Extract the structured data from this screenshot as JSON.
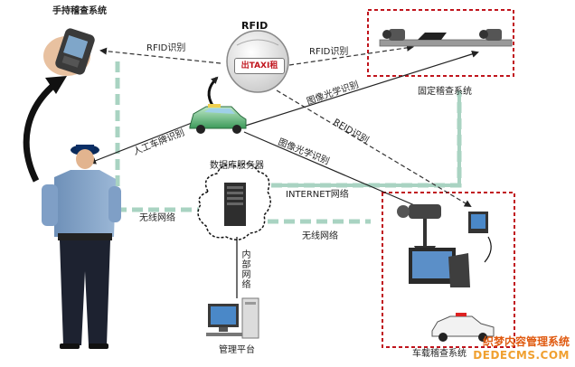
{
  "labels": {
    "handheld_system": "手持稽查系统",
    "rfid_top": "RFID",
    "plate_text": "出TAXI租",
    "rfid_id_left": "RFID识别",
    "rfid_id_right": "RFID识别",
    "image_id_top": "图像光学识别",
    "fixed_system": "固定稽查系统",
    "rfid_id_diag": "RFID识别",
    "manual_plate_id": "人工车牌识别",
    "image_id_bottom": "图像光学识别",
    "db_server": "数据库服务器",
    "wireless_left": "无线网络",
    "internet": "INTERNET网络",
    "wireless_right": "无线网络",
    "internal_network": "内部网络",
    "management": "管理平台",
    "vehicle_system": "车载稽查系统"
  },
  "watermark": {
    "line1": "织梦内容管理系统",
    "line2": "DEDECMS.COM"
  },
  "colors": {
    "network_line": "#a9d3c2",
    "dashed_box": "#c0141c",
    "arrow": "#222222"
  },
  "icons": [
    "handheld-device-icon",
    "rfid-reader-icon",
    "taxi-icon",
    "camera-rail-icon",
    "police-officer-icon",
    "server-icon",
    "computer-icon",
    "vehicle-equipment-icon",
    "police-car-icon"
  ]
}
